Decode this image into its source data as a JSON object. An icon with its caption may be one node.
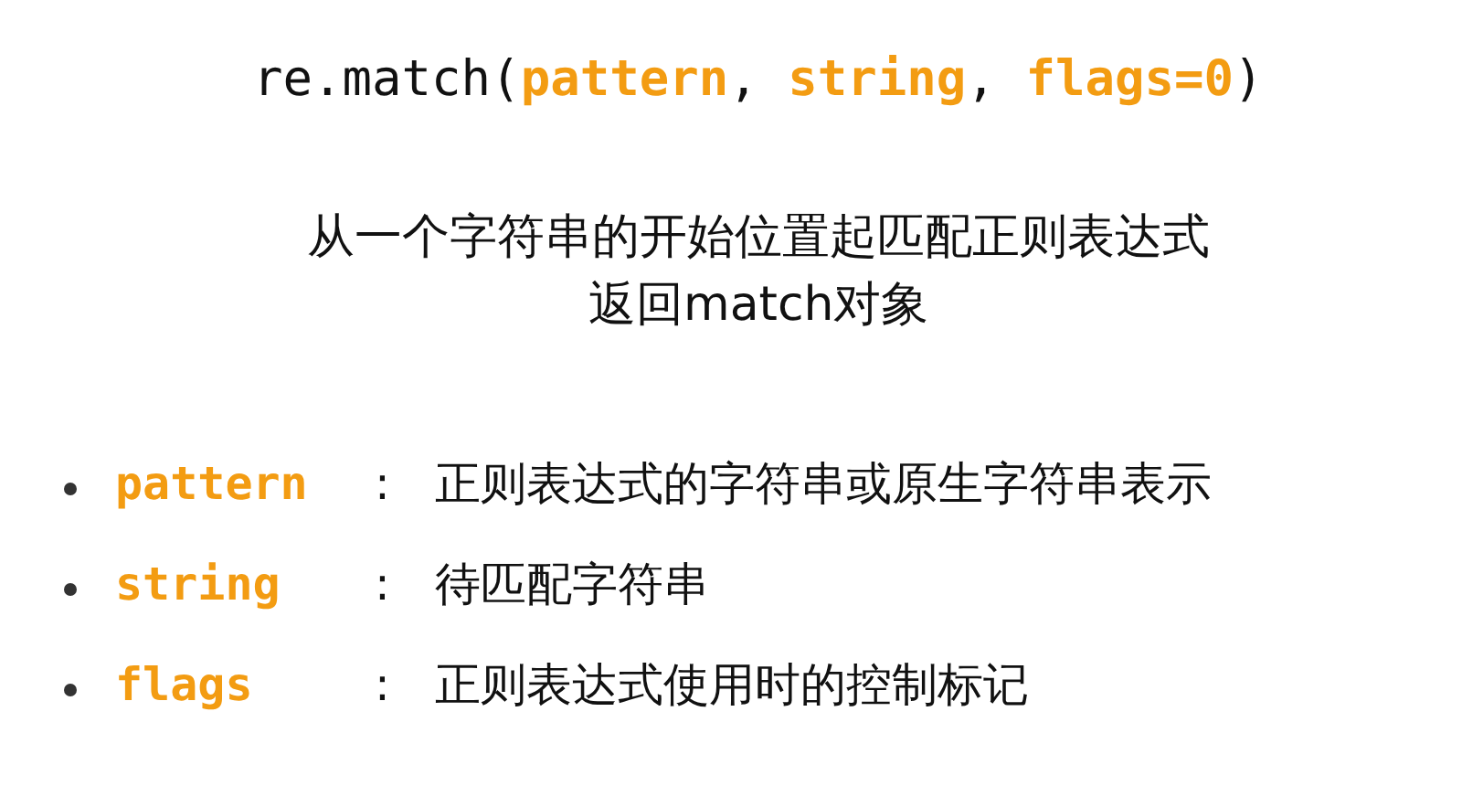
{
  "diagram": {
    "labels": [
      "re.match(**pattern**, **string**, **flags=0**)",
      "从一个字符串的开始位置起匹配正则表达式",
      "返回match对象",
      "pattern",
      ":",
      "正则表达式的字符串或原生字符串表示",
      "string",
      ":",
      "待匹配字符串",
      "flags",
      ":",
      "正则表达式使用时的控制标记"
    ]
  }
}
